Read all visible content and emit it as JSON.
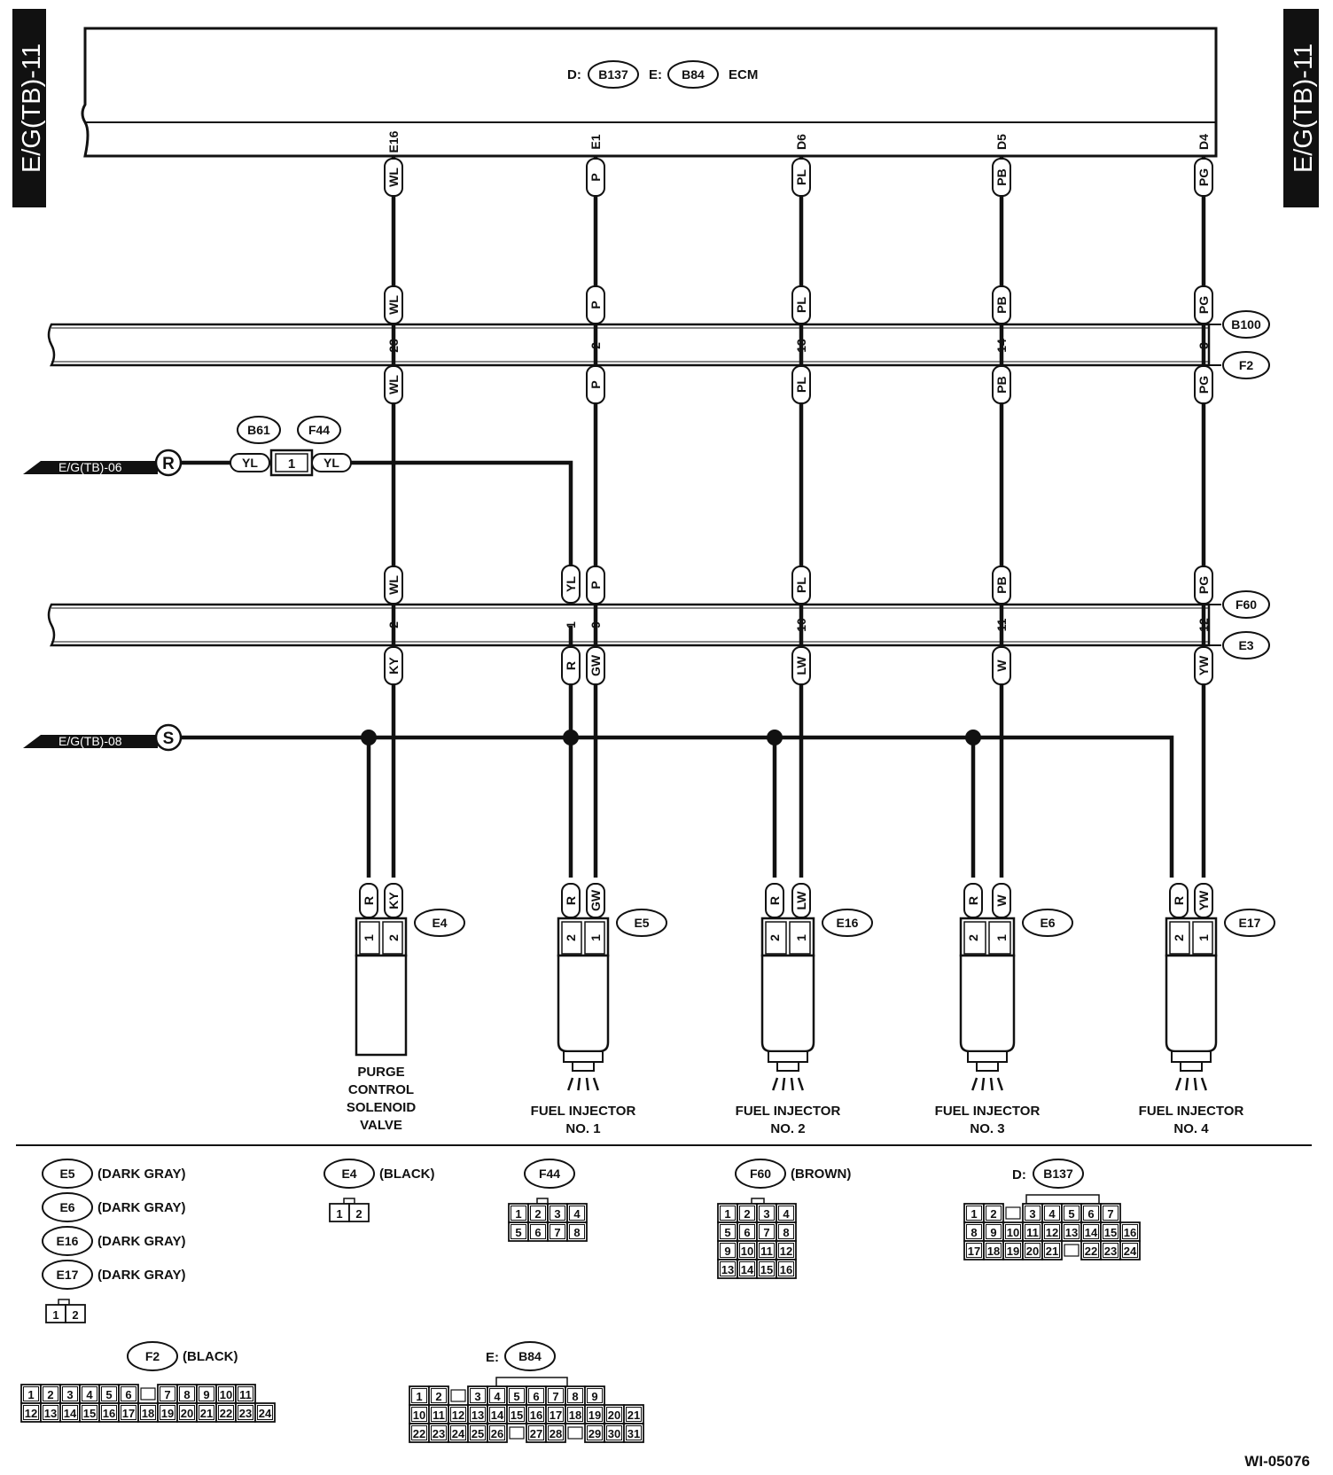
{
  "side_tabs": {
    "left": "E/G(TB)-11",
    "right": "E/G(TB)-11"
  },
  "ecm": {
    "prefix_d": "D:",
    "conn_d": "B137",
    "prefix_e": "E:",
    "conn_e": "B84",
    "name": "ECM"
  },
  "connectors_top": {
    "b100": "B100",
    "f2": "F2",
    "f60": "F60",
    "e3": "E3"
  },
  "splice": {
    "b61": "B61",
    "f44": "F44",
    "pin": "1",
    "wire_left": "YL",
    "wire_right": "YL"
  },
  "refs": {
    "r_label": "E/G(TB)-06",
    "r_letter": "R",
    "s_label": "E/G(TB)-08",
    "s_letter": "S"
  },
  "circuits": [
    {
      "ecm_pin": "E16",
      "wire": "WL",
      "b100_pin": "23",
      "f60_pin": "2",
      "wire_low": "KY",
      "ground_wire": "R",
      "plug_pins": [
        "1",
        "2"
      ],
      "conn": "E4",
      "name_lines": [
        "PURGE",
        "CONTROL",
        "SOLENOID",
        "VALVE"
      ]
    },
    {
      "ecm_pin": "E1",
      "wire": "P",
      "b100_pin": "2",
      "f60_pin": "9",
      "wire_low": "GW",
      "ground_wire": "R",
      "plug_pins": [
        "2",
        "1"
      ],
      "conn": "E5",
      "name_lines": [
        "FUEL INJECTOR",
        "NO. 1"
      ]
    },
    {
      "ecm_pin": "D6",
      "wire": "PL",
      "b100_pin": "13",
      "f60_pin": "10",
      "wire_low": "LW",
      "ground_wire": "R",
      "plug_pins": [
        "2",
        "1"
      ],
      "conn": "E16",
      "name_lines": [
        "FUEL INJECTOR",
        "NO. 2"
      ]
    },
    {
      "ecm_pin": "D5",
      "wire": "PB",
      "b100_pin": "14",
      "f60_pin": "11",
      "wire_low": "W",
      "ground_wire": "R",
      "plug_pins": [
        "2",
        "1"
      ],
      "conn": "E6",
      "name_lines": [
        "FUEL INJECTOR",
        "NO. 3"
      ]
    },
    {
      "ecm_pin": "D4",
      "wire": "PG",
      "b100_pin": "3",
      "f60_pin": "12",
      "wire_low": "YW",
      "ground_wire": "R",
      "plug_pins": [
        "2",
        "1"
      ],
      "conn": "E17",
      "name_lines": [
        "FUEL INJECTOR",
        "NO. 4"
      ]
    }
  ],
  "yl_branch": {
    "wire_top": "YL",
    "f60_pin": "1",
    "wire_low": "R"
  },
  "legend": {
    "e5": "E5",
    "e6": "E6",
    "e16": "E16",
    "e17": "E17",
    "dark_gray": "(DARK GRAY)",
    "small_pins": [
      "1",
      "2"
    ],
    "e4": "E4",
    "black": "(BLACK)",
    "e4_pins": [
      "1",
      "2"
    ],
    "f44": "F44",
    "f44_rows": [
      [
        "1",
        "2",
        "3",
        "4"
      ],
      [
        "5",
        "6",
        "7",
        "8"
      ]
    ],
    "f60": "F60",
    "brown": "(BROWN)",
    "f60_rows": [
      [
        "1",
        "2",
        "3",
        "4"
      ],
      [
        "5",
        "6",
        "7",
        "8"
      ],
      [
        "9",
        "10",
        "11",
        "12"
      ],
      [
        "13",
        "14",
        "15",
        "16"
      ]
    ],
    "d_prefix": "D:",
    "b137": "B137",
    "b137_rows": [
      [
        "1",
        "2",
        "",
        "3",
        "4",
        "5",
        "6",
        "7"
      ],
      [
        "8",
        "9",
        "10",
        "11",
        "12",
        "13",
        "14",
        "15",
        "16"
      ],
      [
        "17",
        "18",
        "19",
        "20",
        "21",
        "",
        "22",
        "23",
        "24"
      ]
    ],
    "f2": "F2",
    "f2_black": "(BLACK)",
    "f2_rows": [
      [
        "1",
        "2",
        "3",
        "4",
        "5",
        "6",
        "",
        "7",
        "8",
        "9",
        "10",
        "11"
      ],
      [
        "12",
        "13",
        "14",
        "15",
        "16",
        "17",
        "18",
        "19",
        "20",
        "21",
        "22",
        "23",
        "24"
      ]
    ],
    "e_prefix": "E:",
    "b84": "B84",
    "b84_rows": [
      [
        "1",
        "2",
        "",
        "3",
        "4",
        "5",
        "6",
        "7",
        "8",
        "9"
      ],
      [
        "10",
        "11",
        "12",
        "13",
        "14",
        "15",
        "16",
        "17",
        "18",
        "19",
        "20",
        "21"
      ],
      [
        "22",
        "23",
        "24",
        "25",
        "26",
        "",
        "27",
        "28",
        "",
        "29",
        "30",
        "31"
      ]
    ]
  },
  "figure_id": "WI-05076"
}
